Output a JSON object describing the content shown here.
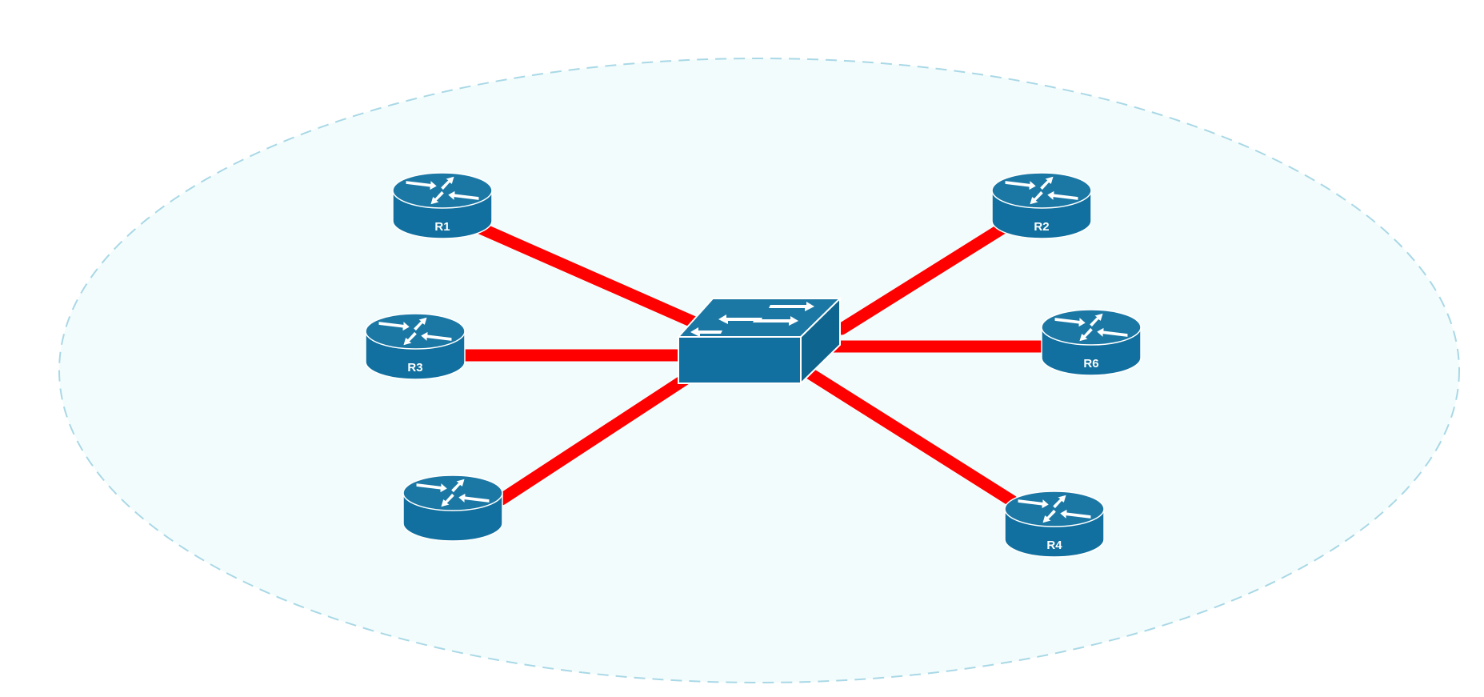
{
  "colors": {
    "page_background": "#ffffff",
    "domain_fill": "#f3fcfc",
    "domain_stroke": "#a9d8e6",
    "link": "#ff0000",
    "device_body": "#11709f",
    "device_top": "#1b78a5",
    "device_outline": "#ffffff",
    "device_arrow": "#ffffff"
  },
  "diagram": {
    "switch": {
      "name": "switch",
      "icon": "switch-icon"
    },
    "routers": [
      {
        "id": "r1",
        "label": "R1",
        "icon": "router-icon"
      },
      {
        "id": "r2",
        "label": "R2",
        "icon": "router-icon"
      },
      {
        "id": "r3",
        "label": "R3",
        "icon": "router-icon"
      },
      {
        "id": "r6",
        "label": "R6",
        "icon": "router-icon"
      },
      {
        "id": "unlabeled",
        "label": "",
        "icon": "router-icon"
      },
      {
        "id": "r4",
        "label": "R4",
        "icon": "router-icon"
      }
    ],
    "links": [
      {
        "from": "r1",
        "to": "switch"
      },
      {
        "from": "r2",
        "to": "switch"
      },
      {
        "from": "r3",
        "to": "switch"
      },
      {
        "from": "r6",
        "to": "switch"
      },
      {
        "from": "unlabeled",
        "to": "switch"
      },
      {
        "from": "r4",
        "to": "switch"
      }
    ]
  }
}
